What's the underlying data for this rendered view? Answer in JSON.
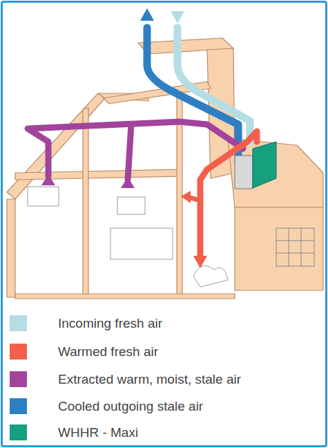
{
  "diagram": {
    "legend": [
      {
        "text": "Incoming fresh air",
        "color": "#b4dde4"
      },
      {
        "text": "Warmed fresh air",
        "color": "#f2604c"
      },
      {
        "text": "Extracted warm, moist, stale air",
        "color": "#a2449b"
      },
      {
        "text": "Cooled outgoing stale air",
        "color": "#2f7fc4"
      },
      {
        "text": "WHHR - Maxi",
        "color": "#15a07e"
      }
    ]
  }
}
